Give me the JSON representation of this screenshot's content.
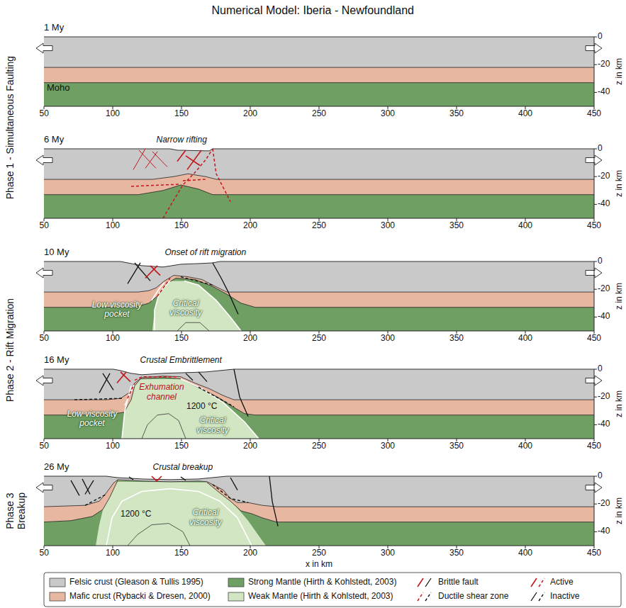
{
  "diagram": {
    "title": "Numerical Model: Iberia - Newfoundland",
    "labels": [
      "1 My",
      "Moho",
      "50",
      "100",
      "150",
      "200",
      "250",
      "300",
      "350",
      "400",
      "450",
      "0",
      "-20",
      "-40",
      "z in km",
      "Phase 1 - Simultaneous Faulting",
      "6 My",
      "Narrow rifting",
      "50",
      "100",
      "150",
      "200",
      "250",
      "300",
      "350",
      "400",
      "450",
      "0",
      "-20",
      "-40",
      "z in km",
      "Phase 2 - Rift Migration",
      "10 My",
      "Onset of rift migration",
      "Low viscosity pocket",
      "Critical viscosity",
      "50",
      "100",
      "150",
      "200",
      "250",
      "300",
      "350",
      "400",
      "450",
      "0",
      "-20",
      "-40",
      "z in km",
      "16 My",
      "Crustal Embrittlement",
      "Exhumation channel",
      "Low viscosity pocket",
      "1200 °C",
      "Critical viscosity",
      "50",
      "100",
      "150",
      "200",
      "250",
      "300",
      "350",
      "400",
      "450",
      "0",
      "-20",
      "-40",
      "z in km",
      "Phase 3 Breakup",
      "26 My",
      "Crustal breakup",
      "1200 °C",
      "Critical viscosity",
      "50",
      "100",
      "150",
      "200",
      "250",
      "300",
      "350",
      "400",
      "450",
      "0",
      "-20",
      "-40",
      "z in km",
      "x in km"
    ],
    "legend": [
      {
        "text": "Felsic crust (Gleason & Tullis 1995)",
        "color": "#c9c9c9"
      },
      {
        "text": "Mafic crust (Rybacki & Dresen, 2000)",
        "color": "#e8b7a2"
      },
      {
        "text": "Strong Mantle (Hirth & Kohlstedt, 2003)",
        "color": "#6f9f63"
      },
      {
        "text": "Weak Mantle (Hirth & Kohlstedt, 2003)",
        "color": "#d3e6c3"
      },
      {
        "text": "Brittle fault"
      },
      {
        "text": "Ductile shear zone"
      },
      {
        "text": "Active"
      },
      {
        "text": "Inactive"
      }
    ]
  }
}
